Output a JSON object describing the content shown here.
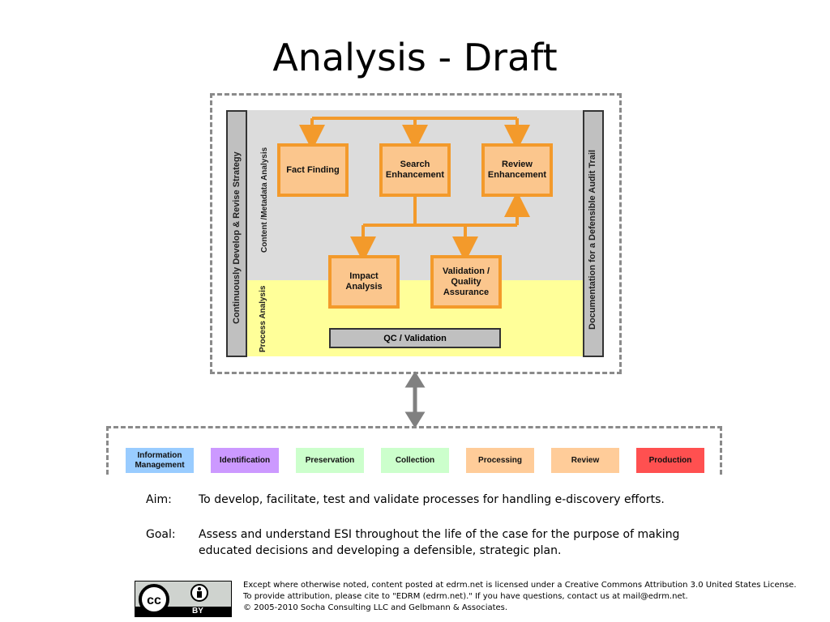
{
  "title": "Analysis - Draft",
  "diagram": {
    "left_bar": "Continuously Develop & Revise Strategy",
    "right_bar": "Documentation for a Defensible Audit Trail",
    "content_label": "Content /Metadata Analysis",
    "process_label": "Process Analysis",
    "boxes": {
      "fact_finding": "Fact Finding",
      "search_enhancement": "Search Enhancement",
      "review_enhancement": "Review Enhancement",
      "impact_analysis": "Impact Analysis",
      "validation_qa": "Validation / Quality Assurance"
    },
    "qc": "QC / Validation"
  },
  "stages": [
    {
      "label": "Information Management",
      "color": "#99ccff"
    },
    {
      "label": "Identification",
      "color": "#cc99ff"
    },
    {
      "label": "Preservation",
      "color": "#ccffcc"
    },
    {
      "label": "Collection",
      "color": "#ccffcc"
    },
    {
      "label": "Processing",
      "color": "#ffcc99"
    },
    {
      "label": "Review",
      "color": "#ffcc99"
    },
    {
      "label": "Production",
      "color": "#ff5050"
    }
  ],
  "aim": {
    "label": "Aim:",
    "text": "To develop, facilitate, test and validate processes for handling e-discovery efforts."
  },
  "goal": {
    "label": "Goal:",
    "line1": "Assess and understand ESI throughout the life of the case for the purpose of making",
    "line2": "educated decisions and developing a defensible, strategic plan."
  },
  "license": {
    "line1": "Except where otherwise noted, content posted at edrm.net is licensed under a Creative Commons Attribution 3.0 United States License.",
    "line2": "To provide attribution, please cite to \"EDRM (edrm.net).\" If you have questions, contact us at mail@edrm.net.",
    "line3": "© 2005-2010 Socha Consulting LLC and Gelbmann & Associates.",
    "badge_text": "BY"
  }
}
